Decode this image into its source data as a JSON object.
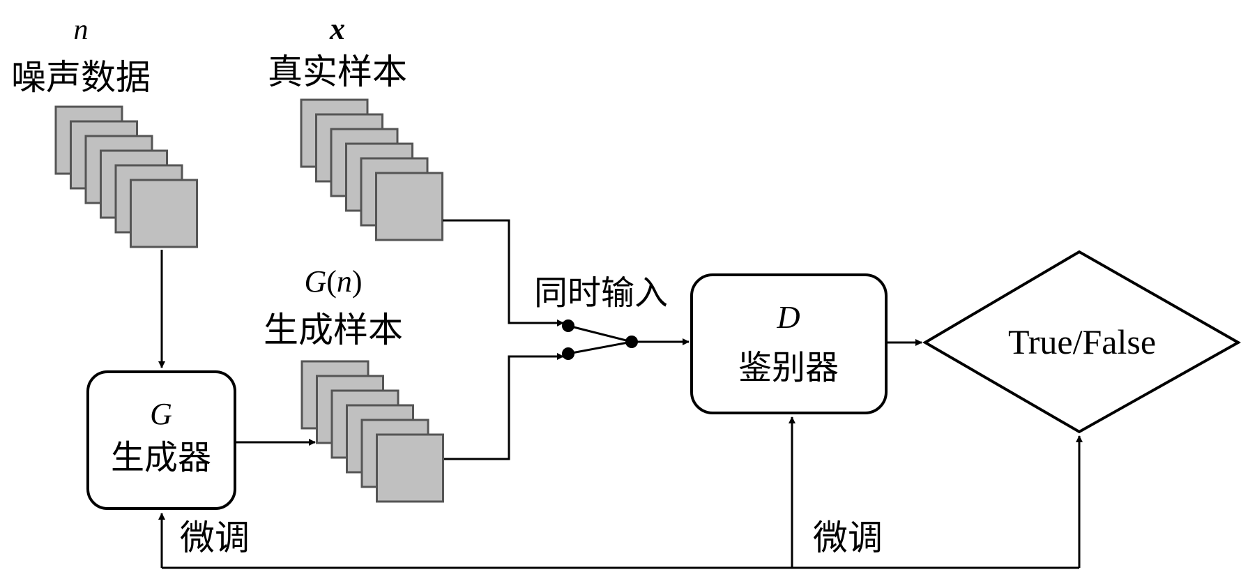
{
  "noise": {
    "symbol": "n",
    "label": "噪声数据"
  },
  "real": {
    "symbol": "x",
    "label": "真实样本"
  },
  "generated": {
    "symbol_g": "G",
    "symbol_open": "(",
    "symbol_n": "n",
    "symbol_close": ")",
    "label": "生成样本"
  },
  "generator": {
    "symbol": "G",
    "label": "生成器"
  },
  "discriminator": {
    "symbol": "D",
    "label": "鉴别器"
  },
  "switch_label": "同时输入",
  "output": {
    "label": "True/False"
  },
  "feedback": {
    "left_label": "微调",
    "right_label": "微调"
  },
  "colors": {
    "stack_fill": "#c0c0c0",
    "stack_stroke": "#555555",
    "line": "#000000"
  }
}
